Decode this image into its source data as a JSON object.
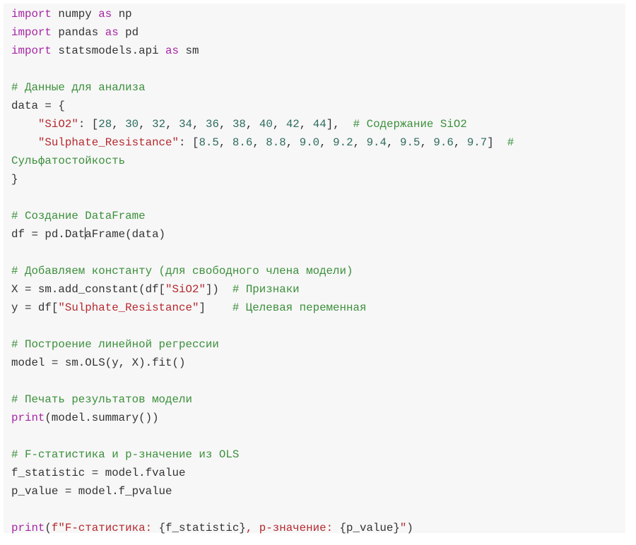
{
  "lines": [
    [
      {
        "t": "kw",
        "s": "import"
      },
      {
        "t": "tx",
        "s": " numpy "
      },
      {
        "t": "kw",
        "s": "as"
      },
      {
        "t": "tx",
        "s": " np"
      }
    ],
    [
      {
        "t": "kw",
        "s": "import"
      },
      {
        "t": "tx",
        "s": " pandas "
      },
      {
        "t": "kw",
        "s": "as"
      },
      {
        "t": "tx",
        "s": " pd"
      }
    ],
    [
      {
        "t": "kw",
        "s": "import"
      },
      {
        "t": "tx",
        "s": " statsmodels.api "
      },
      {
        "t": "kw",
        "s": "as"
      },
      {
        "t": "tx",
        "s": " sm"
      }
    ],
    [],
    [
      {
        "t": "cm",
        "s": "# Данные для анализа"
      }
    ],
    [
      {
        "t": "tx",
        "s": "data = {"
      }
    ],
    [
      {
        "t": "tx",
        "s": "    "
      },
      {
        "t": "st",
        "s": "\"SiO2\""
      },
      {
        "t": "tx",
        "s": ": ["
      },
      {
        "t": "nu",
        "s": "28"
      },
      {
        "t": "tx",
        "s": ", "
      },
      {
        "t": "nu",
        "s": "30"
      },
      {
        "t": "tx",
        "s": ", "
      },
      {
        "t": "nu",
        "s": "32"
      },
      {
        "t": "tx",
        "s": ", "
      },
      {
        "t": "nu",
        "s": "34"
      },
      {
        "t": "tx",
        "s": ", "
      },
      {
        "t": "nu",
        "s": "36"
      },
      {
        "t": "tx",
        "s": ", "
      },
      {
        "t": "nu",
        "s": "38"
      },
      {
        "t": "tx",
        "s": ", "
      },
      {
        "t": "nu",
        "s": "40"
      },
      {
        "t": "tx",
        "s": ", "
      },
      {
        "t": "nu",
        "s": "42"
      },
      {
        "t": "tx",
        "s": ", "
      },
      {
        "t": "nu",
        "s": "44"
      },
      {
        "t": "tx",
        "s": "],  "
      },
      {
        "t": "cm",
        "s": "# Содержание SiO2"
      }
    ],
    [
      {
        "t": "tx",
        "s": "    "
      },
      {
        "t": "st",
        "s": "\"Sulphate_Resistance\""
      },
      {
        "t": "tx",
        "s": ": ["
      },
      {
        "t": "nu",
        "s": "8.5"
      },
      {
        "t": "tx",
        "s": ", "
      },
      {
        "t": "nu",
        "s": "8.6"
      },
      {
        "t": "tx",
        "s": ", "
      },
      {
        "t": "nu",
        "s": "8.8"
      },
      {
        "t": "tx",
        "s": ", "
      },
      {
        "t": "nu",
        "s": "9.0"
      },
      {
        "t": "tx",
        "s": ", "
      },
      {
        "t": "nu",
        "s": "9.2"
      },
      {
        "t": "tx",
        "s": ", "
      },
      {
        "t": "nu",
        "s": "9.4"
      },
      {
        "t": "tx",
        "s": ", "
      },
      {
        "t": "nu",
        "s": "9.5"
      },
      {
        "t": "tx",
        "s": ", "
      },
      {
        "t": "nu",
        "s": "9.6"
      },
      {
        "t": "tx",
        "s": ", "
      },
      {
        "t": "nu",
        "s": "9.7"
      },
      {
        "t": "tx",
        "s": "]  "
      },
      {
        "t": "cm",
        "s": "#"
      }
    ],
    [
      {
        "t": "cm",
        "s": "Сульфатостойкость"
      }
    ],
    [
      {
        "t": "tx",
        "s": "}"
      }
    ],
    [],
    [
      {
        "t": "cm",
        "s": "# Создание DataFrame"
      }
    ],
    [
      {
        "t": "tx",
        "s": "df = pd.Dat"
      },
      {
        "t": "caret",
        "s": ""
      },
      {
        "t": "tx",
        "s": "aFrame(data)"
      }
    ],
    [],
    [
      {
        "t": "cm",
        "s": "# Добавляем константу (для свободного члена модели)"
      }
    ],
    [
      {
        "t": "tx",
        "s": "X = sm.add_constant(df["
      },
      {
        "t": "st",
        "s": "\"SiO2\""
      },
      {
        "t": "tx",
        "s": "])  "
      },
      {
        "t": "cm",
        "s": "# Признаки"
      }
    ],
    [
      {
        "t": "tx",
        "s": "y = df["
      },
      {
        "t": "st",
        "s": "\"Sulphate_Resistance\""
      },
      {
        "t": "tx",
        "s": "]    "
      },
      {
        "t": "cm",
        "s": "# Целевая переменная"
      }
    ],
    [],
    [
      {
        "t": "cm",
        "s": "# Построение линейной регрессии"
      }
    ],
    [
      {
        "t": "tx",
        "s": "model = sm.OLS(y, X).fit()"
      }
    ],
    [],
    [
      {
        "t": "cm",
        "s": "# Печать результатов модели"
      }
    ],
    [
      {
        "t": "kw",
        "s": "print"
      },
      {
        "t": "tx",
        "s": "(model.summary())"
      }
    ],
    [],
    [
      {
        "t": "cm",
        "s": "# F-статистика и p-значение из OLS"
      }
    ],
    [
      {
        "t": "tx",
        "s": "f_statistic = model.fvalue"
      }
    ],
    [
      {
        "t": "tx",
        "s": "p_value = model.f_pvalue"
      }
    ],
    [],
    [
      {
        "t": "kw",
        "s": "print"
      },
      {
        "t": "tx",
        "s": "("
      },
      {
        "t": "st",
        "s": "f\"F-статистика: "
      },
      {
        "t": "tx",
        "s": "{f_statistic}"
      },
      {
        "t": "st",
        "s": ", p-значение: "
      },
      {
        "t": "tx",
        "s": "{p_value}"
      },
      {
        "t": "st",
        "s": "\""
      },
      {
        "t": "tx",
        "s": ")"
      }
    ]
  ]
}
